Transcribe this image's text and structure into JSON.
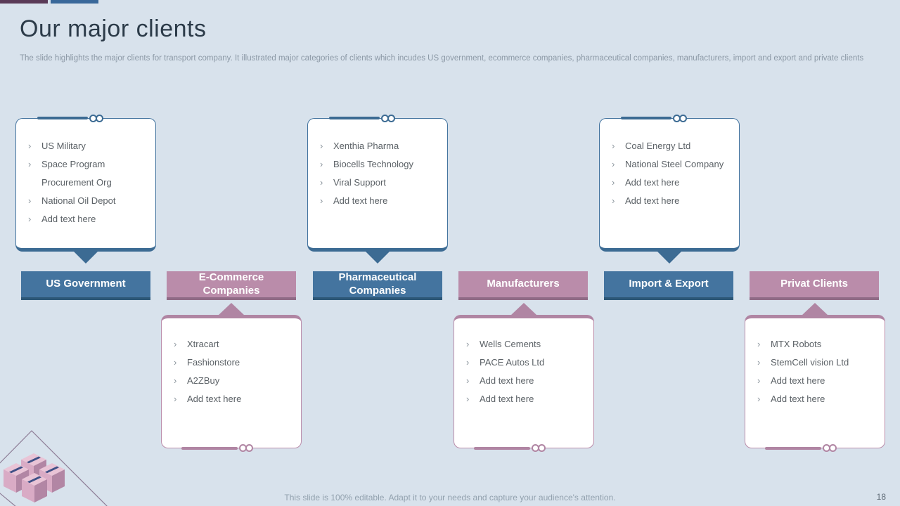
{
  "slide": {
    "title": "Our major clients",
    "subtitle": "The slide highlights the major clients for transport company. It illustrated major categories of clients which incudes US government, ecommerce companies, pharmaceutical companies, manufacturers, import and export and private clients",
    "footer": "This slide is 100% editable. Adapt it to your needs and capture your audience's attention.",
    "page_number": "18"
  },
  "ui": {
    "bullet": "›"
  },
  "colors": {
    "background": "#d8e2ec",
    "accent_bar_maroon": "#5a3a57",
    "accent_bar_blue": "#39689a",
    "blue": "#44749f",
    "blue_mid": "#3c6b93",
    "blue_dark": "#2d5777",
    "pink": "#ba8caa",
    "pink_mid": "#b085a3",
    "pink_dark": "#8f6b86",
    "title_text": "#2c3b49",
    "muted_text": "#8c99a6",
    "list_text": "#5b6166"
  },
  "categories": [
    {
      "label": "US Government",
      "accent": "blue",
      "position": "top",
      "items": [
        "US Military",
        "Space Program Procurement Org",
        "National Oil Depot",
        "Add text here"
      ]
    },
    {
      "label": "E-Commerce Companies",
      "accent": "pink",
      "position": "bottom",
      "items": [
        "Xtracart",
        "Fashionstore",
        "A2ZBuy",
        "Add text here"
      ]
    },
    {
      "label": "Pharmaceutical Companies",
      "accent": "blue",
      "position": "top",
      "items": [
        "Xenthia Pharma",
        "Biocells Technology",
        "Viral Support",
        "Add text here"
      ]
    },
    {
      "label": "Manufacturers",
      "accent": "pink",
      "position": "bottom",
      "items": [
        "Wells Cements",
        "PACE Autos Ltd",
        "Add text here",
        "Add text here"
      ]
    },
    {
      "label": "Import & Export",
      "accent": "blue",
      "position": "top",
      "items": [
        "Coal Energy Ltd",
        "National Steel Company",
        "Add text here",
        "Add text here"
      ]
    },
    {
      "label": "Privat Clients",
      "accent": "pink",
      "position": "bottom",
      "items": [
        "MTX Robots",
        "StemCell vision Ltd",
        "Add text here",
        "Add text here"
      ]
    }
  ]
}
